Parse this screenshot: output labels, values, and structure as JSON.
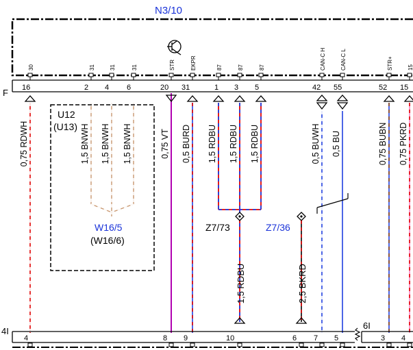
{
  "diagram": {
    "module_title": "N3/10",
    "top_connector": "F",
    "bottom_connector_left": "4I",
    "bottom_connector_right": "6I",
    "pins": [
      {
        "id": "p16",
        "num": "16",
        "func": "30",
        "wire": "0,75 RDWH",
        "colors": [
          "#e00000",
          "#ffffff"
        ],
        "arrow": "up"
      },
      {
        "id": "p2",
        "num": "2",
        "func": "31",
        "wire": "1,5 BNWH",
        "colors": [
          "#c8966e",
          "#ffffff"
        ],
        "arrow": "none"
      },
      {
        "id": "p4",
        "num": "4",
        "func": "31",
        "wire": "1,5 BNWH",
        "colors": [
          "#c8966e",
          "#ffffff"
        ],
        "arrow": "none"
      },
      {
        "id": "p6",
        "num": "6",
        "func": "31",
        "wire": "1,5 BNWH",
        "colors": [
          "#c8966e",
          "#ffffff"
        ],
        "arrow": "none"
      },
      {
        "id": "p20",
        "num": "20",
        "func": "STR",
        "wire": "0,75 VT",
        "colors": [
          "#b000b0"
        ],
        "arrow": "down"
      },
      {
        "id": "p31",
        "num": "31",
        "func": "EKPR",
        "wire": "0,5 BURD",
        "colors": [
          "#2040e0",
          "#e00000"
        ],
        "arrow": "up"
      },
      {
        "id": "p1",
        "num": "1",
        "func": "87",
        "wire": "1,5 RDBU",
        "colors": [
          "#e00000",
          "#2040e0"
        ],
        "arrow": "up"
      },
      {
        "id": "p3",
        "num": "3",
        "func": "87",
        "wire": "1,5 RDBU",
        "colors": [
          "#e00000",
          "#2040e0"
        ],
        "arrow": "up"
      },
      {
        "id": "p5",
        "num": "5",
        "func": "87",
        "wire": "1,5 RDBU",
        "colors": [
          "#e00000",
          "#2040e0"
        ],
        "arrow": "up"
      },
      {
        "id": "p42",
        "num": "42",
        "func": "CAN-C H",
        "wire": "0,5 BUWH",
        "colors": [
          "#2040e0",
          "#ffffff"
        ],
        "arrow": "both"
      },
      {
        "id": "p55",
        "num": "55",
        "func": "CAN-C L",
        "wire": "0,5 BU",
        "colors": [
          "#2040e0"
        ],
        "arrow": "both"
      },
      {
        "id": "p52",
        "num": "52",
        "func": "STR+",
        "wire": "0,75 BUBN",
        "colors": [
          "#2040e0",
          "#8b4513"
        ],
        "arrow": "up"
      },
      {
        "id": "p15",
        "num": "15",
        "func": "15",
        "wire": "0,75 PKRD",
        "colors": [
          "#ff80c0",
          "#e00000"
        ],
        "arrow": "up"
      }
    ],
    "bottom_pins": [
      "4",
      "8",
      "9",
      "10",
      "6",
      "7",
      "5",
      "3",
      "4"
    ],
    "ground_box_labels": [
      "U12",
      "(U13)"
    ],
    "ground_point": "W16/5",
    "ground_point_alt": "(W16/6)",
    "splice_left": "Z7/73",
    "splice_right": "Z7/36",
    "lower_wire_z773": "1,5 RDBU",
    "lower_wire_z736": "2,5 BKRD"
  }
}
